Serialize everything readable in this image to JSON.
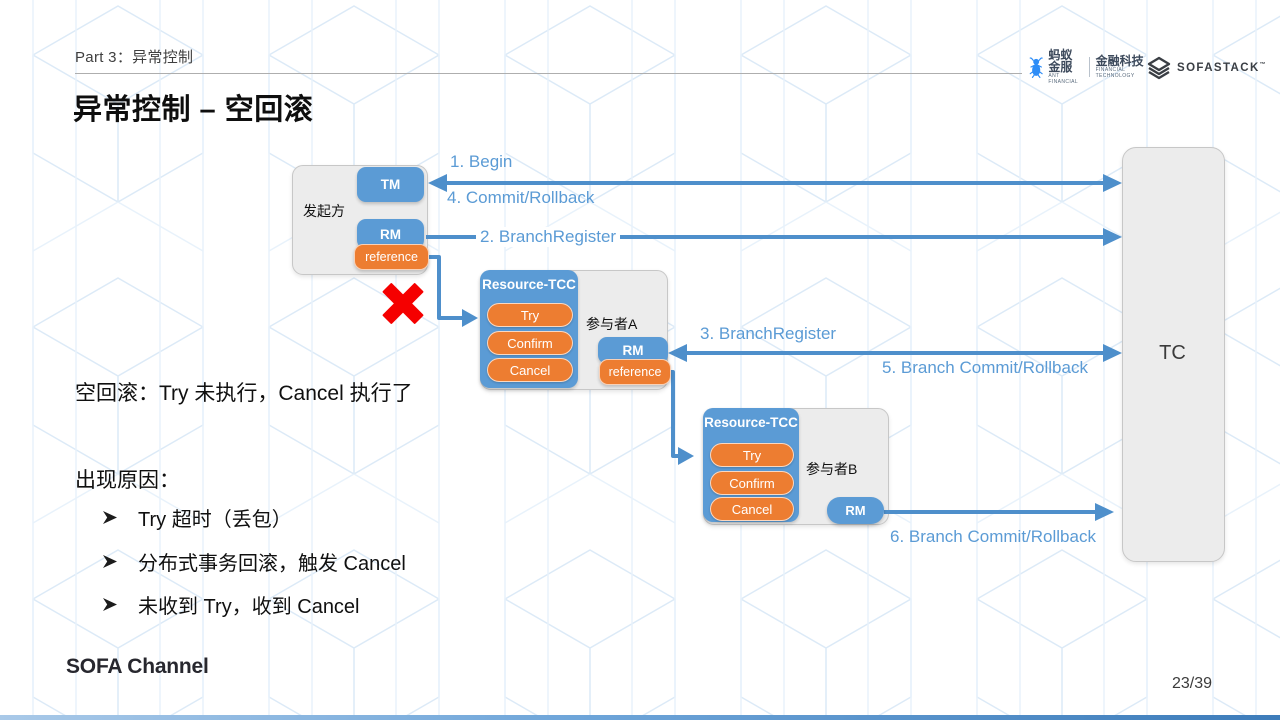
{
  "slide": {
    "part_label": "Part 3：异常控制",
    "title": "异常控制 – 空回滚",
    "footer_brand": "SOFA Channel",
    "page_number": "23/39"
  },
  "logos": {
    "ant": {
      "name1": "蚂蚁金服",
      "sub1": "ANT FINANCIAL",
      "name2": "金融科技",
      "sub2": "FINANCIAL TECHNOLOGY"
    },
    "sofastack": {
      "label": "SOFASTACK",
      "tm": "™"
    }
  },
  "diagram": {
    "initiator": {
      "label": "发起方",
      "tm": "TM",
      "rm": "RM",
      "reference": "reference"
    },
    "participant_a": {
      "panel": "Resource-TCC",
      "actions": [
        "Try",
        "Confirm",
        "Cancel"
      ],
      "label": "参与者A",
      "rm": "RM",
      "reference": "reference"
    },
    "participant_b": {
      "panel": "Resource-TCC",
      "actions": [
        "Try",
        "Confirm",
        "Cancel"
      ],
      "label": "参与者B",
      "rm": "RM"
    },
    "tc": {
      "label": "TC"
    },
    "edges": {
      "e1": "1. Begin",
      "e4": "4. Commit/Rollback",
      "e2": "2. BranchRegister",
      "e3": "3. BranchRegister",
      "e5": "5. Branch Commit/Rollback",
      "e6": "6. Branch Commit/Rollback"
    },
    "failure_mark": "red-cross"
  },
  "notes": {
    "headline": "空回滚：Try 未执行，Cancel 执行了",
    "cause_title": "出现原因：",
    "bullet_glyph": "➢",
    "bullets": [
      "Try 超时（丢包）",
      "分布式事务回滚，触发 Cancel",
      "未收到 Try，收到 Cancel"
    ]
  },
  "colors": {
    "accent_blue": "#5b9bd5",
    "accent_orange": "#ed7d31",
    "box_gray": "#ececec",
    "failure_red": "#f50000",
    "pattern_blue": "#dceaf7"
  }
}
